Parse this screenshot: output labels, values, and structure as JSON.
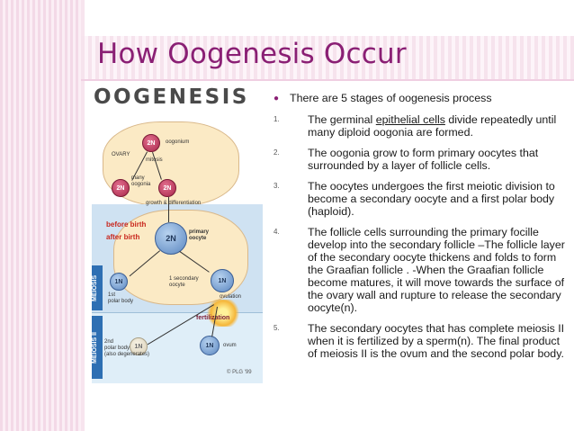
{
  "slide": {
    "title": "How Oogenesis Occur"
  },
  "diagram": {
    "heading": "OOGENESIS",
    "labels": {
      "ovary": "OVARY",
      "oogonium": "oogonium",
      "mitosis": "mitosis",
      "many_oogonia": "many\noogonia",
      "growth": "growth & differentiation",
      "before_birth": "before birth",
      "after_birth": "after birth",
      "primary_oocyte": "primary\noocyte",
      "meiosis_label": "MEIOSIS",
      "meiosis_two": "MEIOSIS II",
      "secondary_oocyte": "1 secondary\noocyte",
      "polar_body": "1st\npolar body",
      "ovulation": "ovulation",
      "fertilization": "fertilization",
      "ovum": "ovum",
      "polar_body_2": "2nd\npolar body\n(also degenerates)",
      "copyright": "© PLG '99"
    },
    "cells": {
      "two_n": "2N",
      "one_n": "1N"
    }
  },
  "content": {
    "intro": "There are 5 stages of oogenesis process",
    "items": [
      {
        "num": "1.",
        "pre": "The germinal ",
        "link": "epithelial cells",
        "post": " divide repeatedly until many diploid oogonia are formed."
      },
      {
        "num": "2.",
        "text": "The oogonia grow to form primary oocytes that surrounded by a layer of follicle cells."
      },
      {
        "num": "3.",
        "text": "The oocytes undergoes the first meiotic division to become a secondary oocyte and a first polar body (haploid)."
      },
      {
        "num": "4.",
        "text": "The follicle cells surrounding the primary focille develop into the secondary follicle –The follicle layer of the secondary oocyte thickens and folds to form the Graafian follicle . -When the Graafian follicle become matures, it will move towards the surface of the ovary wall and rupture to release the secondary oocyte(n)."
      },
      {
        "num": "5.",
        "text": "The secondary oocytes that has complete meiosis II when it is fertilized by a sperm(n). The final product of meiosis II is the ovum and the second polar body."
      }
    ]
  },
  "colors": {
    "title": "#8a1f74",
    "accent_stripe": "#f3d9e7"
  }
}
